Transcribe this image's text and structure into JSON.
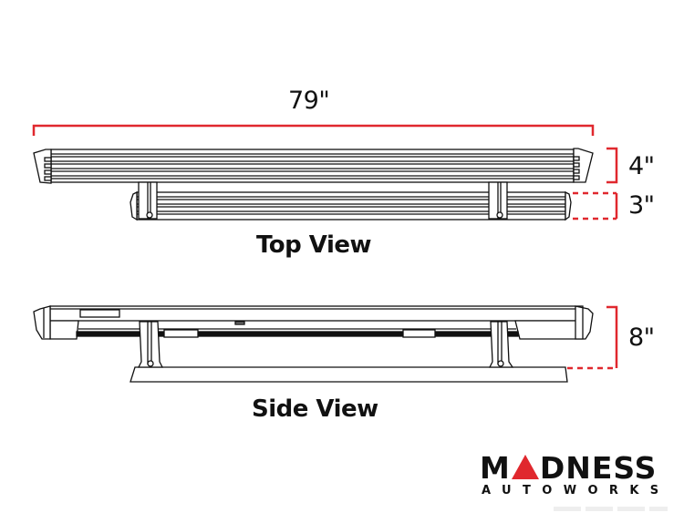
{
  "diagram": {
    "dimensions": {
      "length": "79\"",
      "top_board_width": "4\"",
      "top_step_width": "3\"",
      "side_height": "8\""
    },
    "views": {
      "top": "Top View",
      "side": "Side View"
    },
    "colors": {
      "dimension_line": "#e0282e",
      "drawing_line": "#111111",
      "background": "#ffffff"
    }
  },
  "logo": {
    "brand_prefix": "M",
    "brand_suffix": "DNESS",
    "brand_triangle_color": "#e0282e",
    "tagline": "AUTOWORKS"
  }
}
